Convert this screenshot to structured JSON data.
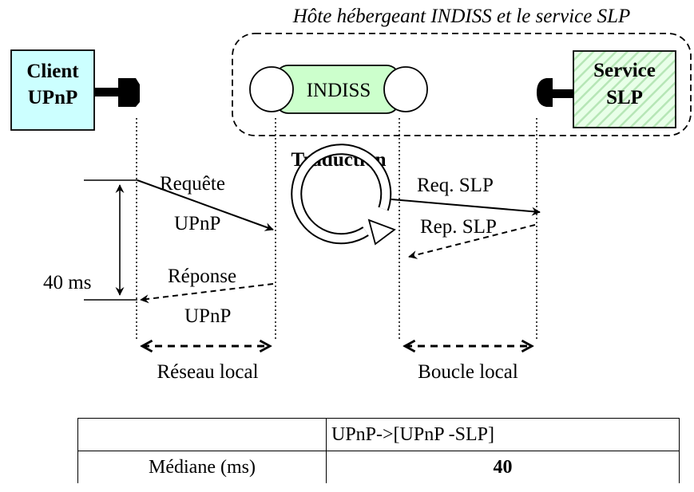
{
  "host_label": "Hôte hébergeant INDISS et le service SLP",
  "client": {
    "line1": "Client",
    "line2": "UPnP"
  },
  "indiss": "INDISS",
  "service": {
    "line1": "Service",
    "line2": "SLP"
  },
  "traduction": "Traduction",
  "request": {
    "line1": "Requête",
    "line2": "UPnP"
  },
  "response": {
    "line1": "Réponse",
    "line2": "UPnP"
  },
  "req_slp": "Req. SLP",
  "rep_slp": "Rep. SLP",
  "duration": "40 ms",
  "network_local": "Réseau local",
  "loop_local": "Boucle local",
  "table": {
    "header": [
      "",
      "UPnP->[UPnP -SLP]"
    ],
    "rows": [
      {
        "label": "Médiane (ms)",
        "value": "40"
      }
    ]
  },
  "colors": {
    "client_fill": "#ccffff",
    "indiss_fill": "#ccffcc",
    "service_hatch": "#ccffcc"
  }
}
